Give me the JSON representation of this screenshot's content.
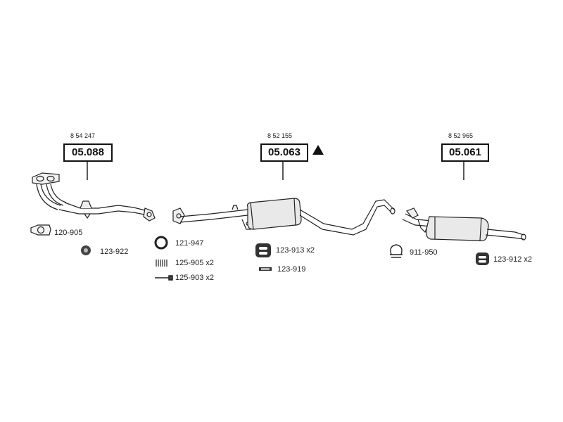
{
  "assemblies": [
    {
      "ref": "8 54 247",
      "code": "05.088"
    },
    {
      "ref": "8 52 155",
      "code": "05.063"
    },
    {
      "ref": "8 52 965",
      "code": "05.061"
    }
  ],
  "parts": [
    {
      "label": "120-905"
    },
    {
      "label": "123-922"
    },
    {
      "label": "121-947"
    },
    {
      "label": "125-905 x2"
    },
    {
      "label": "125-903 x2"
    },
    {
      "label": "123-913 x2"
    },
    {
      "label": "123-919"
    },
    {
      "label": "911-950"
    },
    {
      "label": "123-912 x2"
    }
  ],
  "warning_symbol": "triangle-icon"
}
